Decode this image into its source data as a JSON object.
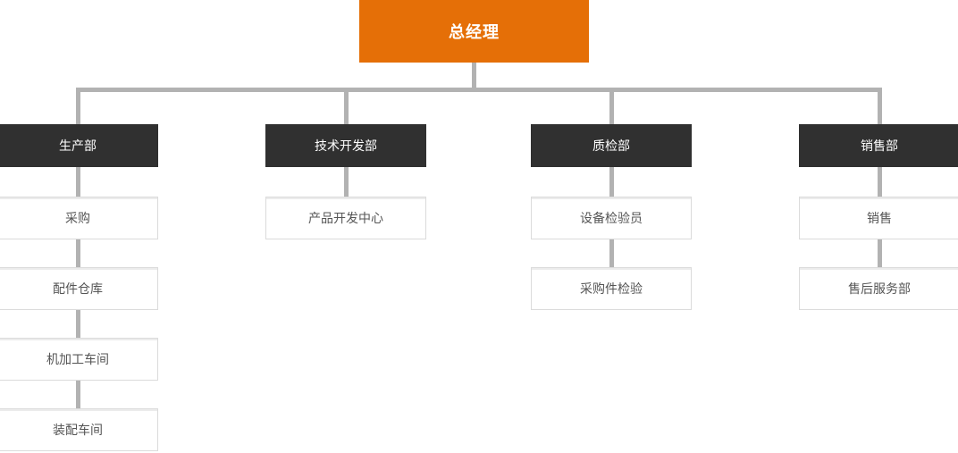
{
  "root": {
    "label": "总经理"
  },
  "columns": [
    {
      "dept": {
        "label": "生产部"
      },
      "children": [
        {
          "label": "采购"
        },
        {
          "label": "配件仓库"
        },
        {
          "label": "机加工车间"
        },
        {
          "label": "装配车间"
        }
      ]
    },
    {
      "dept": {
        "label": "技术开发部"
      },
      "children": [
        {
          "label": "产品开发中心"
        }
      ]
    },
    {
      "dept": {
        "label": "质检部"
      },
      "children": [
        {
          "label": "设备检验员"
        },
        {
          "label": "采购件检验"
        }
      ]
    },
    {
      "dept": {
        "label": "销售部"
      },
      "children": [
        {
          "label": "销售"
        },
        {
          "label": "售后服务部"
        }
      ]
    }
  ],
  "colors": {
    "root_bg": "#E56F07",
    "root_text": "#FFFFFF",
    "dept_bg": "#303030",
    "dept_text": "#FFFFFF",
    "node_border": "#DBDBDB",
    "node_text": "#555555",
    "connector": "#B2B2B2"
  }
}
